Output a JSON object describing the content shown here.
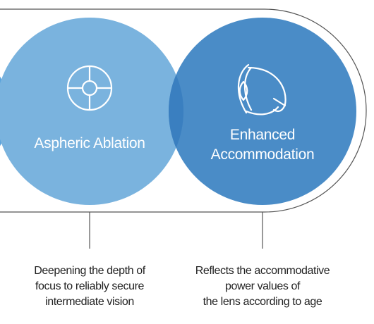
{
  "circles": [
    {
      "label": "Aspheric Ablation",
      "icon": "crosshair-icon",
      "color": "#7ab3de",
      "description": [
        "Deepening the depth of",
        "focus to reliably secure",
        "intermediate vision"
      ]
    },
    {
      "label_lines": [
        "Enhanced",
        "Accommodation"
      ],
      "icon": "eye-lens-icon",
      "color": "#4a8cc7",
      "description": [
        "Reflects the accommodative",
        "power values of",
        "the lens according to age"
      ]
    }
  ],
  "colors": {
    "outline": "#555555",
    "overlap": "#3a7fc0",
    "partial_circle": "#5ba3dc"
  }
}
